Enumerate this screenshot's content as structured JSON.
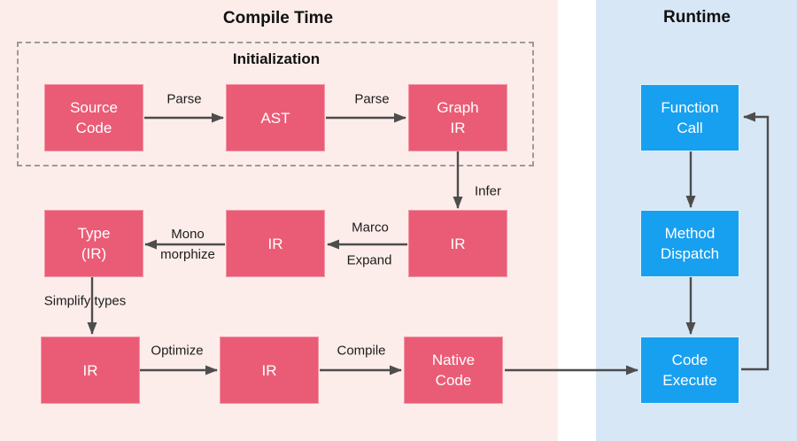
{
  "titles": {
    "compile_time": "Compile Time",
    "runtime": "Runtime",
    "initialization": "Initialization"
  },
  "nodes": {
    "source_code": {
      "label": "Source\nCode"
    },
    "ast": {
      "label": "AST"
    },
    "graph_ir": {
      "label": "Graph\nIR"
    },
    "ir_after_infer": {
      "label": "IR"
    },
    "ir_after_expand": {
      "label": "IR"
    },
    "type_ir": {
      "label": "Type\n(IR)"
    },
    "ir_after_simplify": {
      "label": "IR"
    },
    "ir_after_optimize": {
      "label": "IR"
    },
    "native_code": {
      "label": "Native\nCode"
    },
    "function_call": {
      "label": "Function\nCall"
    },
    "method_dispatch": {
      "label": "Method\nDispatch"
    },
    "code_execute": {
      "label": "Code\nExecute"
    }
  },
  "edge_labels": {
    "parse_1": "Parse",
    "parse_2": "Parse",
    "infer": "Infer",
    "marco": "Marco",
    "expand": "Expand",
    "monomorphize": "Mono\nmorphize",
    "simplify_types": "Simplify types",
    "optimize": "Optimize",
    "compile": "Compile"
  },
  "colors": {
    "compile_panel_bg": "#fdedea",
    "runtime_panel_bg": "#d8e7f6",
    "compile_node": "#ea5c75",
    "runtime_node": "#18a0f0",
    "arrow": "#4d4d4d",
    "dashed_border": "#9b9b9b",
    "title_text": "#111111",
    "node_text": "#ffffff"
  }
}
